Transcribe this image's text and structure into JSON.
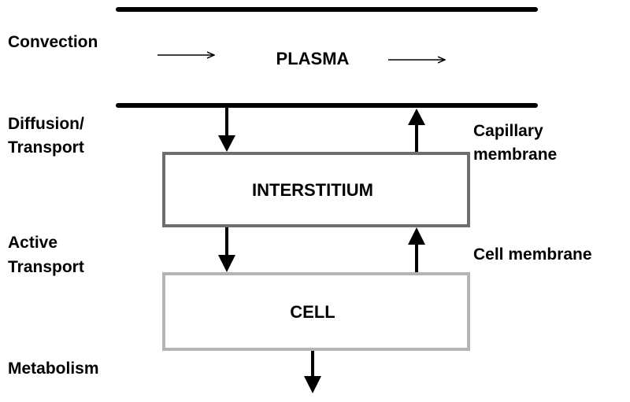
{
  "left_labels": {
    "convection": "Convection",
    "diffusion_line1": "Diffusion/",
    "diffusion_line2": "Transport",
    "active_line1": "Active",
    "active_line2": "Transport",
    "metabolism": "Metabolism"
  },
  "right_labels": {
    "capillary_line1": "Capillary",
    "capillary_line2": "membrane",
    "cell_membrane": "Cell membrane"
  },
  "compartments": {
    "plasma": "PLASMA",
    "interstitium": "INTERSTITIUM",
    "cell": "CELL"
  },
  "colors": {
    "line": "#000000",
    "interstitium_border": "#6e6e6e",
    "cell_border": "#b4b4b4"
  }
}
